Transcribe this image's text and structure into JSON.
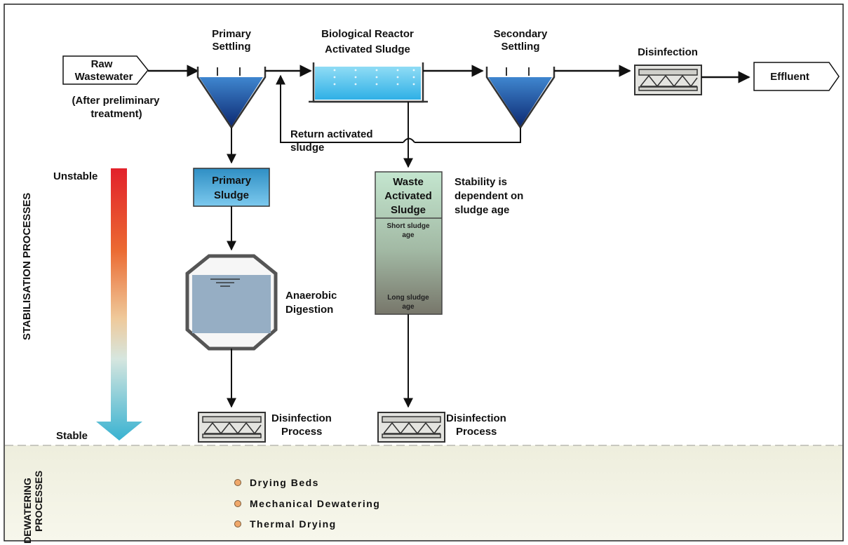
{
  "labels": {
    "raw_wastewater_1": "Raw",
    "raw_wastewater_2": "Wastewater",
    "after_preliminary_1": "(After preliminary",
    "after_preliminary_2": "treatment)",
    "primary_settling_1": "Primary",
    "primary_settling_2": "Settling",
    "bio_reactor_1": "Biological Reactor",
    "bio_reactor_2": "Activated Sludge",
    "secondary_settling_1": "Secondary",
    "secondary_settling_2": "Settling",
    "disinfection": "Disinfection",
    "effluent": "Effluent",
    "return_sludge_1": "Return activated",
    "return_sludge_2": "sludge",
    "primary_sludge_1": "Primary",
    "primary_sludge_2": "Sludge",
    "waste_activated_1": "Waste",
    "waste_activated_2": "Activated",
    "waste_activated_3": "Sludge",
    "stability_1": "Stability is",
    "stability_2": "dependent on",
    "stability_3": "sludge age",
    "short_age_1": "Short sludge",
    "short_age_2": "age",
    "long_age_1": "Long sludge",
    "long_age_2": "age",
    "anaerobic_1": "Anaerobic",
    "anaerobic_2": "Digestion",
    "disinfection_process_1": "Disinfection",
    "disinfection_process_2": "Process",
    "unstable": "Unstable",
    "stable": "Stable",
    "stabilisation_processes": "STABILISATION PROCESSES",
    "dewatering_1": "DEWATERING",
    "dewatering_2": "PROCESSES"
  },
  "dewatering_items": [
    "Drying Beds",
    "Mechanical Dewatering",
    "Thermal Drying"
  ],
  "colors": {
    "tank_dark": "#0d2a73",
    "tank_light": "#3f86cf",
    "reactor_water": "#4fc3ec",
    "primary_sludge_box": "#49a9dc",
    "waste_sludge_top": "#b9dfc6",
    "waste_sludge_bottom": "#7e7d6c",
    "digester_liquid": "#96aec4",
    "gradient_top": "#e0202a",
    "gradient_bottom": "#40b4d2",
    "dewatering_band": "#f1f1e1",
    "bullet": "#f0a86a"
  }
}
